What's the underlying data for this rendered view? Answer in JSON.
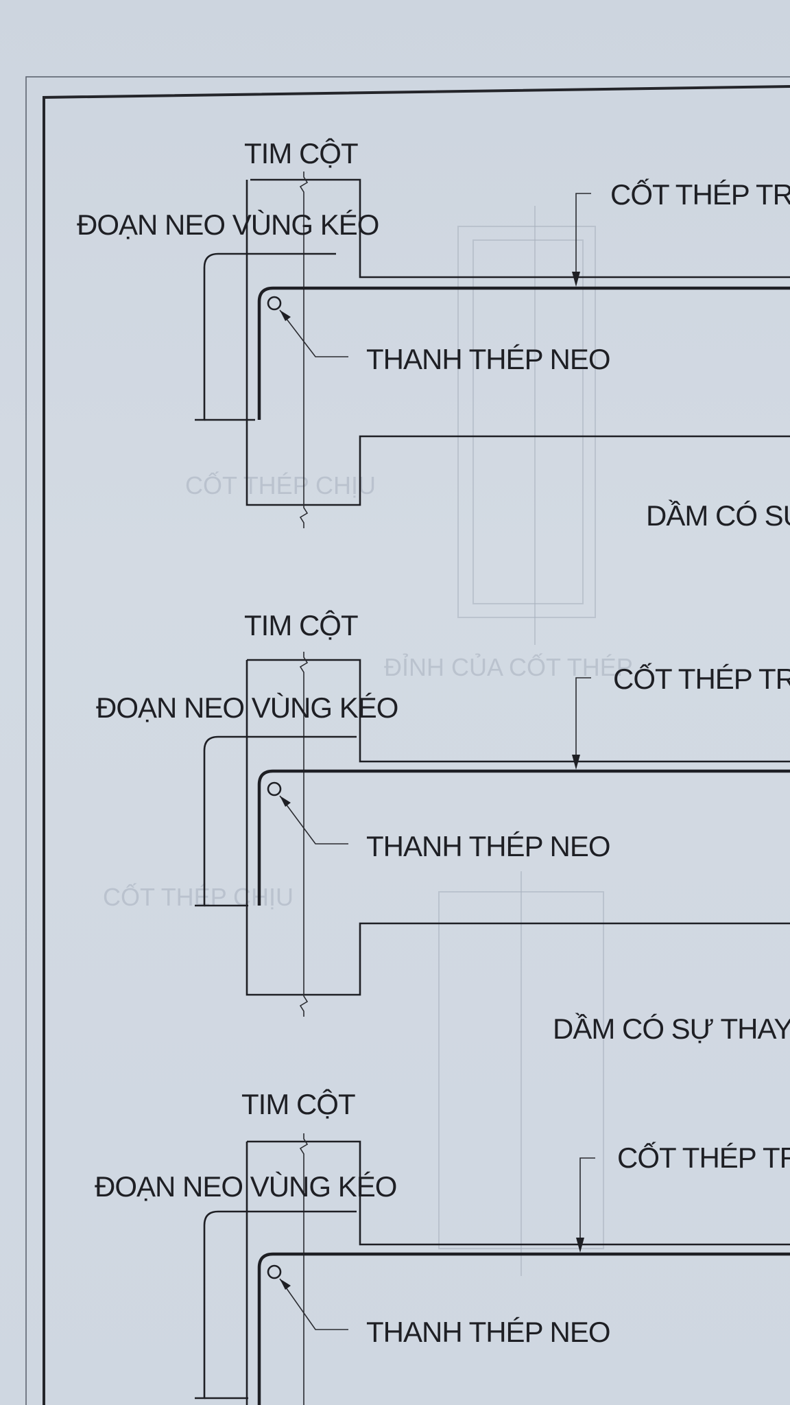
{
  "details": [
    {
      "column_axis_label": "TIM CỘT",
      "anchor_zone_label": "ĐOẠN NEO VÙNG KÉO",
      "anchor_bar_label": "THANH THÉP NEO",
      "top_rebar_label": "CỐT THÉP TRÊ",
      "beam_caption": "DẦM CÓ SỰ"
    },
    {
      "column_axis_label": "TIM CỘT",
      "anchor_zone_label": "ĐOẠN NEO VÙNG KÉO",
      "anchor_bar_label": "THANH THÉP NEO",
      "top_rebar_label": "CỐT THÉP TRÊ",
      "beam_caption": "DẦM CÓ SỰ THAY"
    },
    {
      "column_axis_label": "TIM CỘT",
      "anchor_zone_label": "ĐOẠN NEO VÙNG KÉO",
      "anchor_bar_label": "THANH THÉP NEO",
      "top_rebar_label": "CỐT THÉP TRI"
    }
  ],
  "colors": {
    "paper": "#cdd5df",
    "ink": "#1e1f24",
    "bleed_through": "#a7b0bd"
  }
}
